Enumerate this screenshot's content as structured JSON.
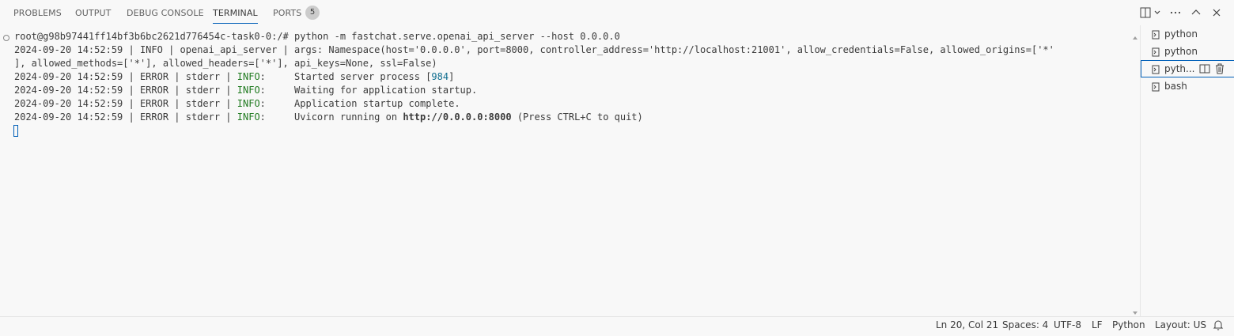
{
  "panel": {
    "tabs": [
      {
        "label": "PROBLEMS"
      },
      {
        "label": "OUTPUT"
      },
      {
        "label": "DEBUG CONSOLE"
      },
      {
        "label": "TERMINAL"
      },
      {
        "label": "PORTS"
      }
    ],
    "ports_badge": "5",
    "active_tab": "TERMINAL"
  },
  "terminal": {
    "prompt": "root@g98b97441ff14bf3b6bc2621d776454c-task0-0:/# ",
    "command": "python -m fastchat.serve.openai_api_server --host 0.0.0.0",
    "args_line_1": "2024-09-20 14:52:59 | INFO | openai_api_server | args: Namespace(host='0.0.0.0', port=8000, controller_address='http://localhost:21001', allow_credentials=False, allowed_origins=['*'",
    "args_line_2": "], allowed_methods=['*'], allowed_headers=['*'], api_keys=None, ssl=False)",
    "log_prefix": "2024-09-20 14:52:59 | ERROR | stderr | ",
    "log_level": "INFO",
    "log_sep": ":     ",
    "log_lines": [
      {
        "pre": "Started server process [",
        "num": "984",
        "post": "]"
      },
      {
        "text": "Waiting for application startup."
      },
      {
        "text": "Application startup complete."
      },
      {
        "pre": "Uvicorn running on ",
        "url": "http://0.0.0.0:8000",
        "post": " (Press CTRL+C to quit)"
      }
    ]
  },
  "sidebar": {
    "items": [
      {
        "label": "python"
      },
      {
        "label": "python"
      },
      {
        "label": "pyth..."
      },
      {
        "label": "bash"
      }
    ],
    "selected_index": 2
  },
  "statusbar": {
    "position": "Ln 20, Col 21",
    "spaces": "Spaces: 4",
    "encoding": "UTF-8",
    "eol": "LF",
    "language": "Python",
    "layout": "Layout: US"
  },
  "colors": {
    "accent": "#005fb8",
    "info_green": "#1f7a1f",
    "number_teal": "#0f6e8f"
  }
}
